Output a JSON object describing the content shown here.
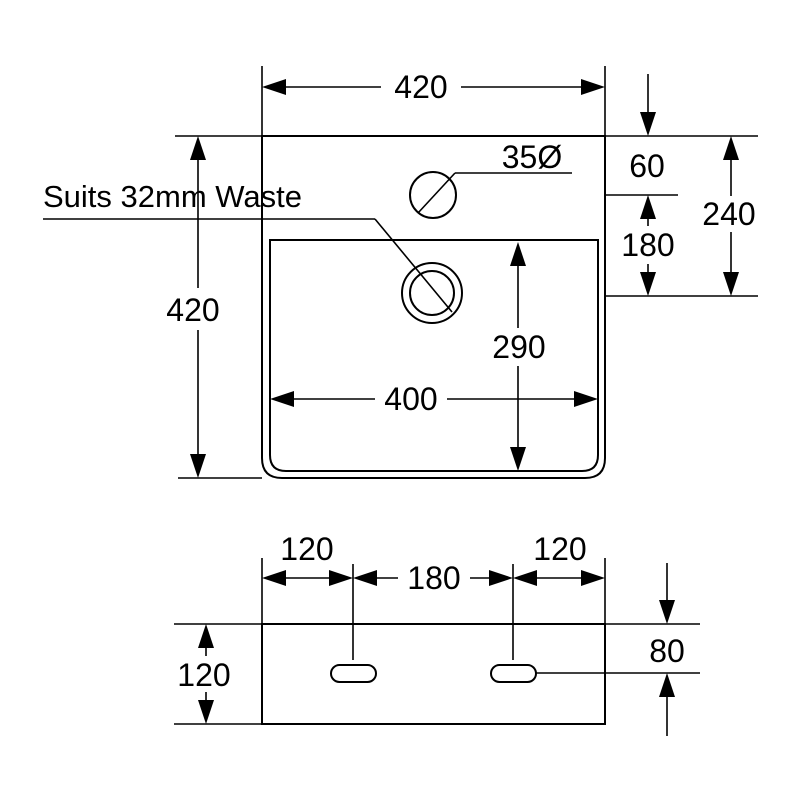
{
  "top_view": {
    "dims": {
      "overall_width": "420",
      "overall_depth": "420",
      "tap_hole_diameter": "35Ø",
      "tap_hole_offset": "60",
      "bowl_offset": "180",
      "back_depth": "240",
      "bowl_depth": "290",
      "bowl_width": "400"
    },
    "waste_label": "Suits 32mm Waste"
  },
  "back_view": {
    "dims": {
      "left_offset": "120",
      "hole_spacing": "180",
      "right_offset": "120",
      "height": "120",
      "hole_height": "80"
    }
  }
}
